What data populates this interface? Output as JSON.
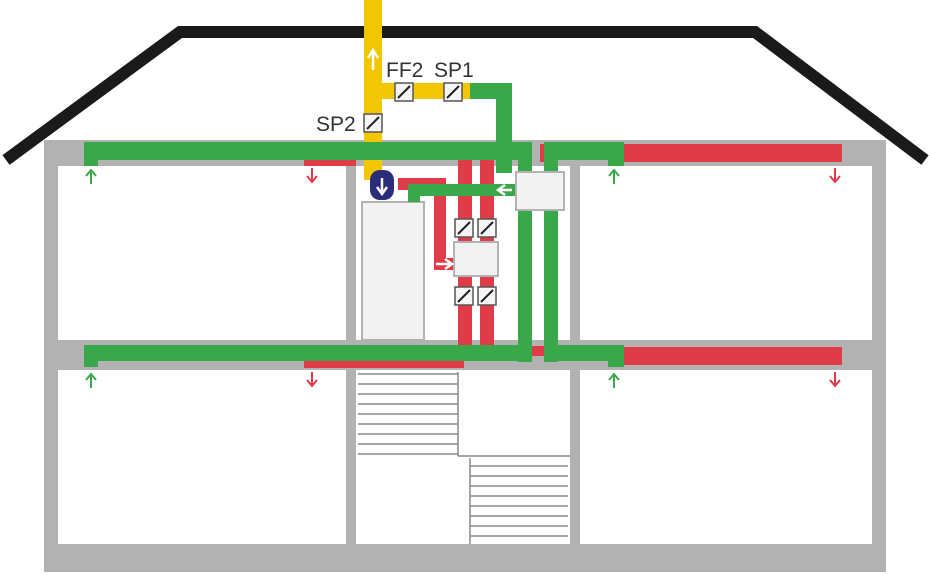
{
  "labels": {
    "ff2": "FF2",
    "sp1": "SP1",
    "sp2": "SP2"
  },
  "colors": {
    "roof": "#1a1a1a",
    "wall": "#b2b2b2",
    "room": "#ffffff",
    "supply_duct": "#3aa84a",
    "extract_duct": "#e03c48",
    "outdoor_duct": "#f2c600",
    "heater": "#2b2c7a",
    "label_text": "#333333",
    "stairs": "#888888"
  },
  "icons": {
    "damper": "damper-valve-icon",
    "supply_arrow": "up-arrow-icon",
    "extract_arrow": "down-arrow-icon"
  }
}
